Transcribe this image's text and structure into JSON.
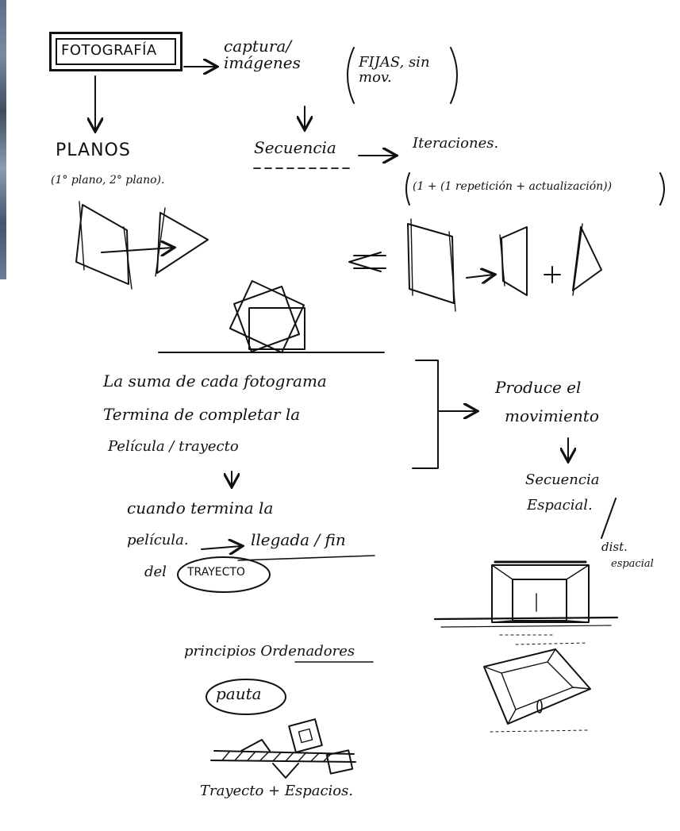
{
  "diagram": {
    "title_box": "FOTOGRAFÍA",
    "captura": "captura/\nimágenes",
    "fijas": "FIJAS, sin\nmov.",
    "planos": "PLANOS",
    "planos_sub": "(1° plano, 2° plano).",
    "secuencia": "Secuencia",
    "iteraciones": "Iteraciones.",
    "iteraciones_formula": "(1 + (1 repetición + actualización))",
    "suma_line1": "La suma de cada fotograma",
    "suma_line2": "Termina de completar la",
    "suma_line3": "Película / trayecto",
    "produce_line1": "Produce el",
    "produce_line2": "movimiento",
    "secuencia_espacial_line1": "Secuencia",
    "secuencia_espacial_line2": "Espacial.",
    "dist_line1": "dist.",
    "dist_line2": "espacial",
    "cuando_line1": "cuando termina la",
    "cuando_line2": "película.",
    "llegada": "llegada / fin",
    "del": "del",
    "trayecto_circled": "TRAYECTO",
    "principios": "principios Ordenadores",
    "pauta": "pauta",
    "bottom_caption": "Trayecto + Espacios."
  }
}
